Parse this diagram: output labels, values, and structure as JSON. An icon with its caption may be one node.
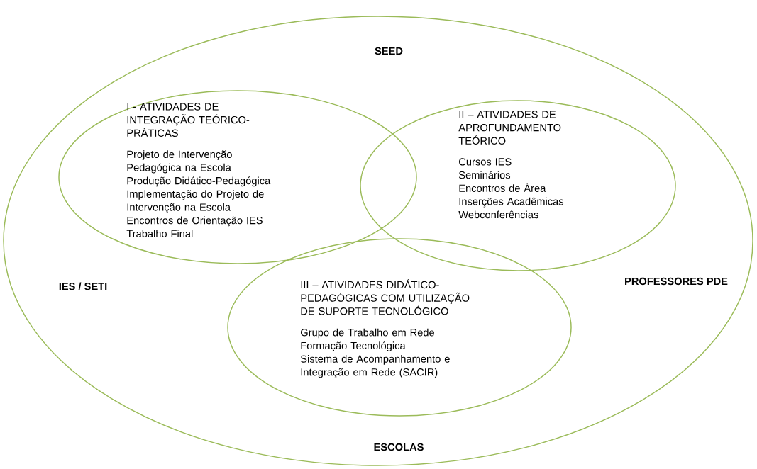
{
  "diagram": {
    "nodes": [
      {
        "text": [
          "SEED",
          "IES / SETI",
          "PROFESSORES PDE",
          "ESCOLAS"
        ]
      },
      {
        "text": [
          "I - ATIVIDADES DE INTEGRAÇÃO TEÓRICO-PRÁTICAS",
          "Projeto de Intervenção Pedagógica na Escola",
          "Produção Didático-Pedagógica",
          "Implementação do Projeto de Intervenção na Escola",
          "Encontros de Orientação IES",
          "Trabalho Final"
        ],
        "in": 0
      },
      {
        "text": [
          "II – ATIVIDADES DE APROFUNDAMENTO TEÓRICO",
          "Cursos IES",
          "Seminários",
          "Encontros de Área",
          "Inserções Acadêmicas",
          "Webconferências"
        ],
        "in": 0
      },
      {
        "text": [
          "III – ATIVIDADES DIDÁTICO-PEDAGÓGICAS COM UTILIZAÇÃO DE SUPORTE TECNOLÓGICO",
          "Grupo de Trabalho em Rede",
          "Formação Tecnológica",
          "Sistema de Acompanhamento e Integração em Rede (SACIR)"
        ],
        "in": 0
      }
    ]
  }
}
